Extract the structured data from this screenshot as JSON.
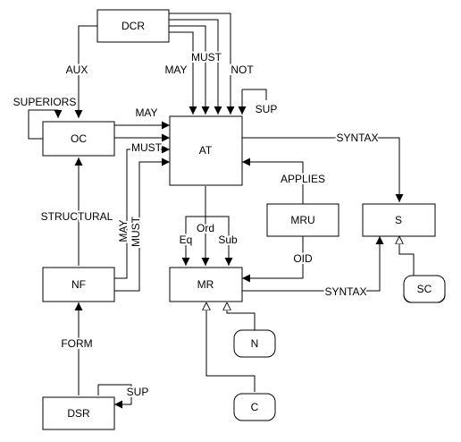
{
  "nodes": {
    "dcr": "DCR",
    "oc": "OC",
    "at": "AT",
    "mru": "MRU",
    "s": "S",
    "nf": "NF",
    "mr": "MR",
    "sc": "SC",
    "n": "N",
    "c": "C",
    "dsr": "DSR"
  },
  "edge_labels": {
    "aux": "AUX",
    "superiors": "SUPERIORS",
    "may_dcr": "MAY",
    "must_dcr": "MUST",
    "not": "NOT",
    "sup_at": "SUP",
    "may_oc": "MAY",
    "must_oc": "MUST",
    "syntax_at": "SYNTAX",
    "applies": "APPLIES",
    "structural": "STRUCTURAL",
    "may_nf": "MAY",
    "must_nf": "MUST",
    "eq": "Eq",
    "ord": "Ord",
    "sub": "Sub",
    "oid": "OID",
    "syntax_mr": "SYNTAX",
    "form": "FORM",
    "sup_dsr": "SUP"
  }
}
